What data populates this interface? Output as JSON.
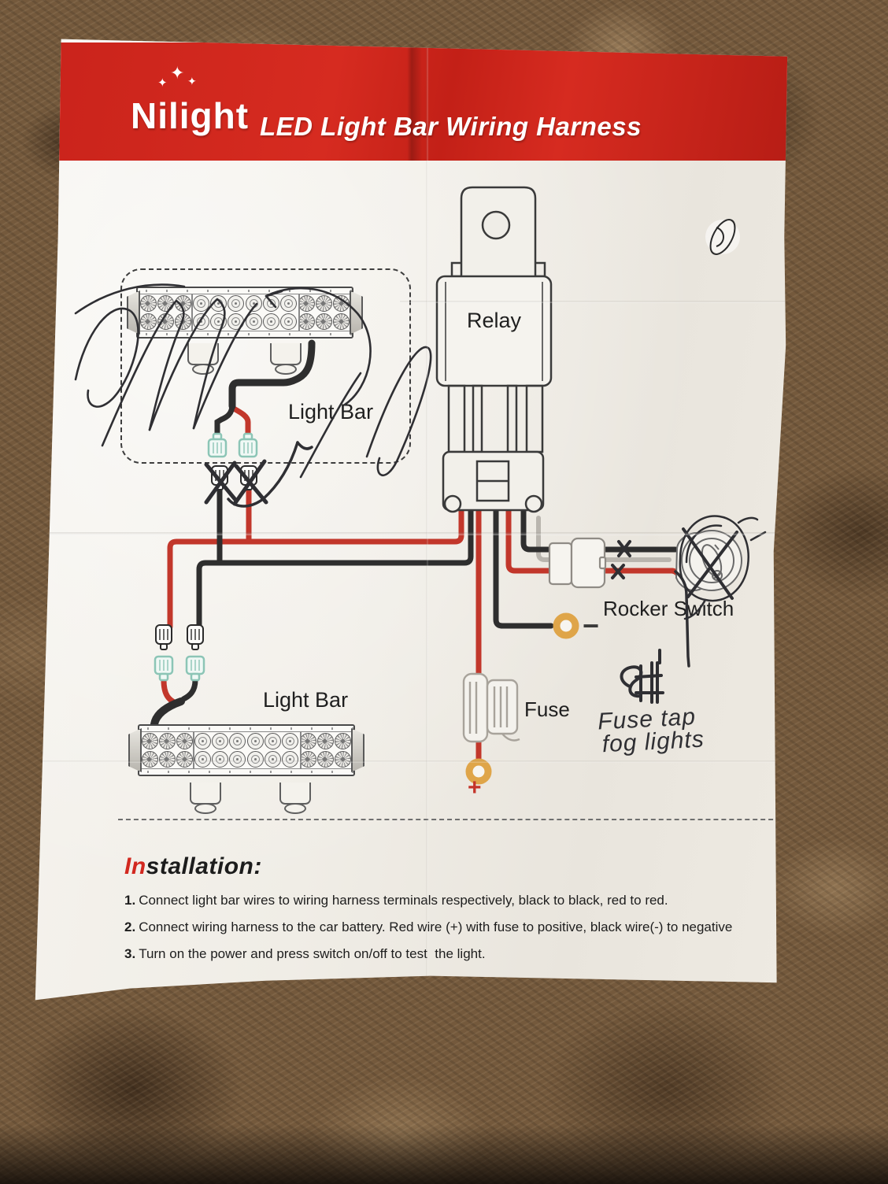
{
  "header": {
    "brand": "Nilight",
    "title": "LED Light Bar Wiring Harness",
    "band_color": "#d2281f",
    "text_color": "#ffffff"
  },
  "diagram": {
    "relay_label": "Relay",
    "top_light_bar_label": "Light Bar",
    "bottom_light_bar_label": "Light Bar",
    "rocker_switch_label": "Rocker Switch",
    "fuse_label": "Fuse",
    "plus_label": "+",
    "minus_label": "−"
  },
  "annotations": {
    "fuse_tap_note_line1": "Fuse tap",
    "fuse_tap_note_line2": "fog lights"
  },
  "installation": {
    "heading_red": "In",
    "heading_black": "stallation:",
    "steps": [
      {
        "num": "1.",
        "text": "Connect light bar wires to wiring harness terminals respectively, black to black, red to red."
      },
      {
        "num": "2.",
        "text": "Connect wiring harness to the car battery. Red wire (+) with fuse to positive, black wire(-) to negative"
      },
      {
        "num": "3.",
        "text": "Turn on the power and press switch on/off to test  the light."
      }
    ]
  },
  "colors": {
    "wire_red": "#c2372b",
    "wire_black": "#2e2e2e",
    "wire_gray": "#b9b5ae",
    "connector_teal": "#8cc5b6",
    "ring_orange": "#dfa549",
    "pen_ink": "#2f2f33"
  }
}
